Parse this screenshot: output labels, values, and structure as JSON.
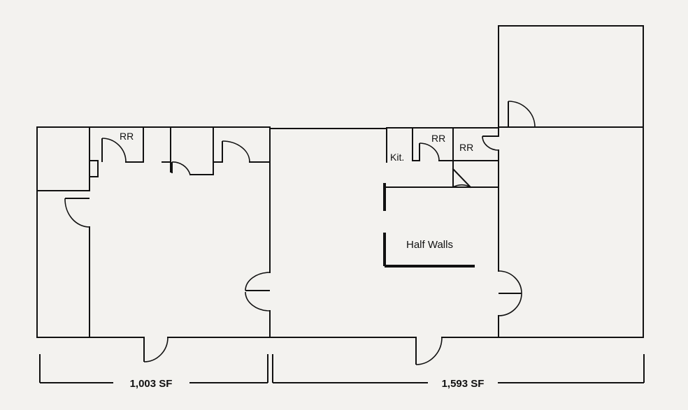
{
  "floor_plan": {
    "rooms": {
      "restroom_left": "RR",
      "restroom_center": "RR",
      "restroom_right": "RR",
      "kitchen": "Kit.",
      "half_walls": "Half Walls"
    },
    "dimensions": {
      "left_suite": "1,003 SF",
      "right_suite": "1,593 SF"
    }
  }
}
